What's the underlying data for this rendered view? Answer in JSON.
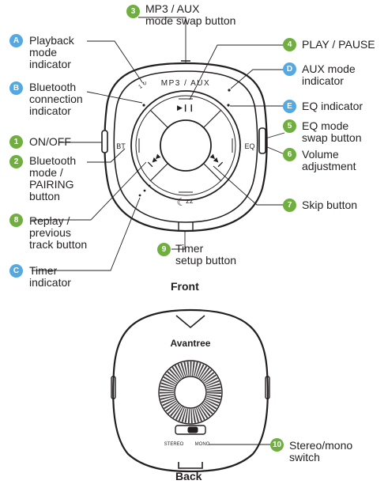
{
  "front_caption": "Front",
  "back_caption": "Back",
  "callouts": [
    {
      "id": "A",
      "kind": "letter",
      "text": "Playback\nmode\nindicator"
    },
    {
      "id": "B",
      "kind": "letter",
      "text": "Bluetooth\nconnection\nindicator"
    },
    {
      "id": "1",
      "kind": "number",
      "text": "ON/OFF"
    },
    {
      "id": "2",
      "kind": "number",
      "text": "Bluetooth\nmode /\nPAIRING\nbutton"
    },
    {
      "id": "8",
      "kind": "number",
      "text": "Replay /\nprevious\ntrack button"
    },
    {
      "id": "C",
      "kind": "letter",
      "text": "Timer\nindicator"
    },
    {
      "id": "3",
      "kind": "number",
      "text": "MP3 / AUX\nmode swap button"
    },
    {
      "id": "4",
      "kind": "number",
      "text": "PLAY / PAUSE"
    },
    {
      "id": "D",
      "kind": "letter",
      "text": "AUX mode\nindicator"
    },
    {
      "id": "E",
      "kind": "letter",
      "text": "EQ indicator"
    },
    {
      "id": "5",
      "kind": "number",
      "text": "EQ mode\nswap button"
    },
    {
      "id": "6",
      "kind": "number",
      "text": "Volume\nadjustment"
    },
    {
      "id": "7",
      "kind": "number",
      "text": "Skip button"
    },
    {
      "id": "9",
      "kind": "number",
      "text": "Timer\nsetup button"
    },
    {
      "id": "10",
      "kind": "number",
      "text": "Stereo/mono\nswitch"
    }
  ],
  "device_front": {
    "mode_label": "MP3 / AUX",
    "bt_label": "BT",
    "eq_label": "EQ",
    "playback_glyphs": "1 ↻",
    "play_pause_symbol": "▶❙❙",
    "prev_symbol": "❙◀◀",
    "next_symbol": "▶▶❙",
    "timer_symbol": "☾ᶻᶻ"
  },
  "device_back": {
    "brand": "Avantree",
    "switch_left_label": "STEREO",
    "switch_right_label": "MONO"
  },
  "colors": {
    "number_marker": "#6fae3f",
    "letter_marker": "#56a8e0",
    "ink": "#231f20"
  }
}
